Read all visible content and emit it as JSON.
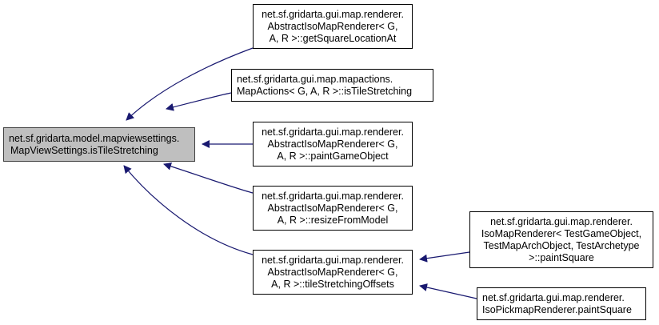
{
  "diagram": {
    "type": "call-graph",
    "edge_color": "#191970",
    "main_node": {
      "id": "main",
      "lines": [
        "net.sf.gridarta.model.mapviewsettings.",
        "MapViewSettings.isTileStretching"
      ],
      "fill": "#bfbfbf"
    },
    "nodes": [
      {
        "id": "n1",
        "lines": [
          "net.sf.gridarta.gui.map.renderer.",
          "AbstractIsoMapRenderer< G,",
          "A, R >::getSquareLocationAt"
        ]
      },
      {
        "id": "n2",
        "lines": [
          "net.sf.gridarta.gui.map.mapactions.",
          "MapActions< G, A, R >::isTileStretching"
        ]
      },
      {
        "id": "n3",
        "lines": [
          "net.sf.gridarta.gui.map.renderer.",
          "AbstractIsoMapRenderer< G,",
          "A, R >::paintGameObject"
        ]
      },
      {
        "id": "n4",
        "lines": [
          "net.sf.gridarta.gui.map.renderer.",
          "AbstractIsoMapRenderer< G,",
          "A, R >::resizeFromModel"
        ]
      },
      {
        "id": "n5",
        "lines": [
          "net.sf.gridarta.gui.map.renderer.",
          "AbstractIsoMapRenderer< G,",
          "A, R >::tileStretchingOffsets"
        ]
      },
      {
        "id": "n6",
        "lines": [
          "net.sf.gridarta.gui.map.renderer.",
          "IsoMapRenderer< TestGameObject,",
          "TestMapArchObject, TestArchetype",
          ">::paintSquare"
        ]
      },
      {
        "id": "n7",
        "lines": [
          "net.sf.gridarta.gui.map.renderer.",
          "IsoPickmapRenderer.paintSquare"
        ]
      }
    ],
    "edges": [
      {
        "from": "n1",
        "to": "main"
      },
      {
        "from": "n2",
        "to": "main"
      },
      {
        "from": "n3",
        "to": "main"
      },
      {
        "from": "n4",
        "to": "main"
      },
      {
        "from": "n5",
        "to": "main"
      },
      {
        "from": "n6",
        "to": "n5"
      },
      {
        "from": "n7",
        "to": "n5"
      }
    ]
  }
}
